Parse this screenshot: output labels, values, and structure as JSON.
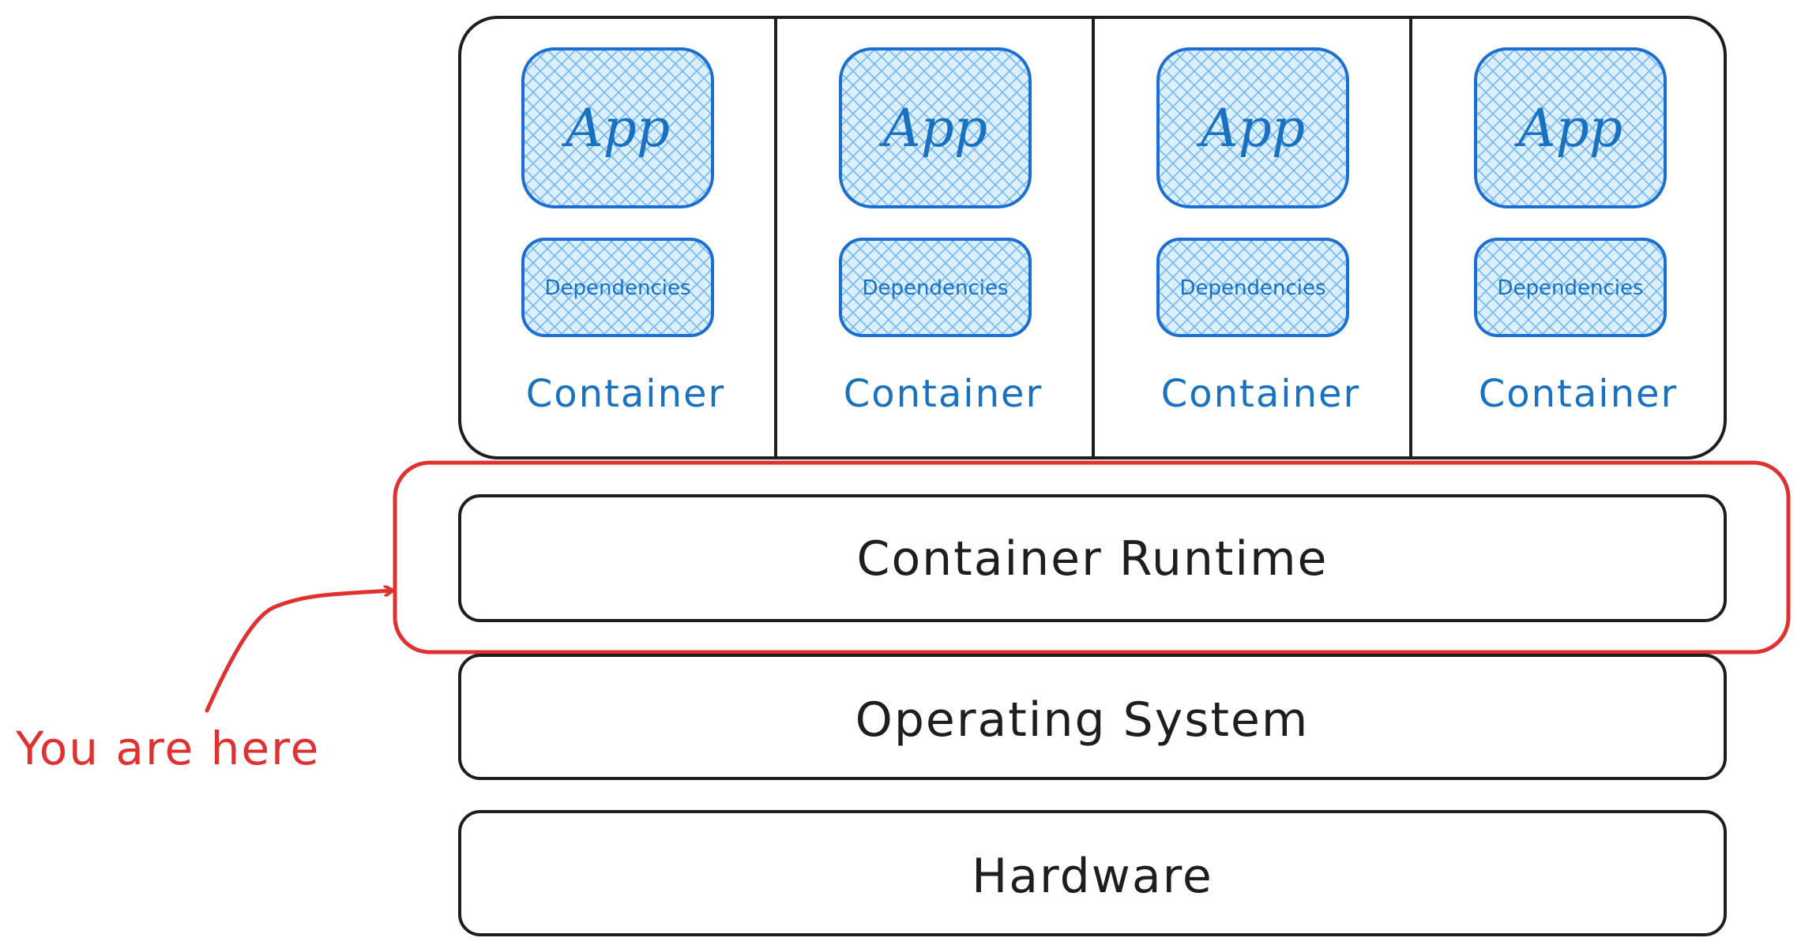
{
  "colors": {
    "blue_text": "#1971c2",
    "blue_stroke": "#1c6fd1",
    "blue_fill": "#a5d8ff",
    "red": "#e03131",
    "black": "#1e1e1e"
  },
  "containers": [
    {
      "app_label": "App",
      "deps_label": "Dependencies",
      "container_label": "Container"
    },
    {
      "app_label": "App",
      "deps_label": "Dependencies",
      "container_label": "Container"
    },
    {
      "app_label": "App",
      "deps_label": "Dependencies",
      "container_label": "Container"
    },
    {
      "app_label": "App",
      "deps_label": "Dependencies",
      "container_label": "Container"
    }
  ],
  "layers": {
    "runtime": "Container Runtime",
    "os": "Operating System",
    "hardware": "Hardware"
  },
  "annotation": {
    "text": "You are here"
  }
}
